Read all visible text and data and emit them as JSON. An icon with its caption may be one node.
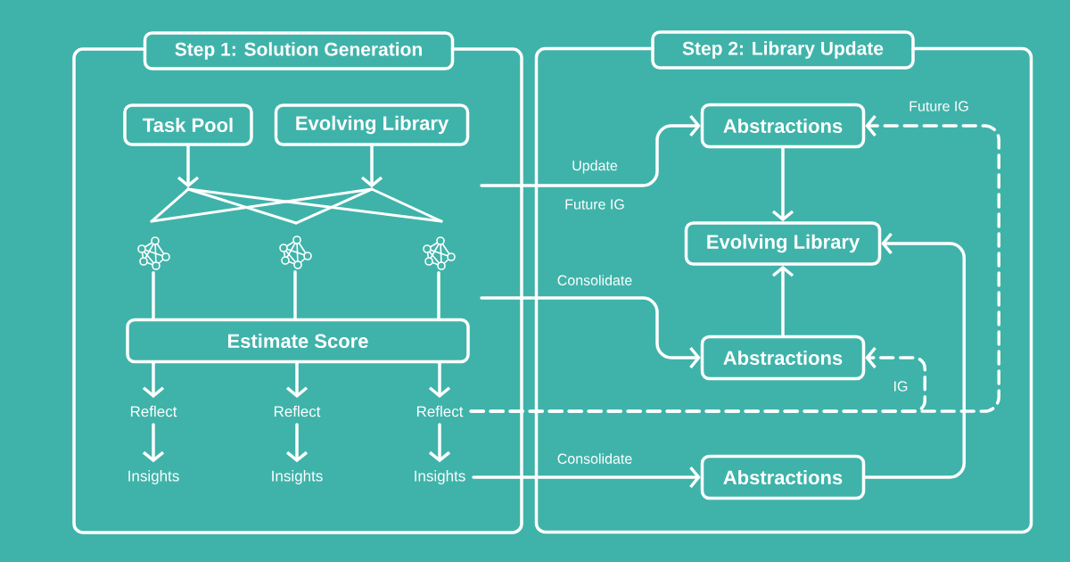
{
  "diagram": {
    "nodes": [
      {
        "text": [
          "Step 1: Solution Generation"
        ]
      },
      {
        "text": [
          "Task Pool"
        ],
        "in": 0
      },
      {
        "text": [
          "Evolving Library"
        ],
        "in": 0
      },
      {
        "text": [],
        "shape": "picture",
        "in": 0
      },
      {
        "text": [],
        "shape": "picture",
        "in": 0
      },
      {
        "text": [],
        "shape": "picture",
        "in": 0
      },
      {
        "text": [],
        "shape": "picture",
        "in": 0
      },
      {
        "text": [
          "Estimate Score"
        ],
        "in": 0
      },
      {
        "text": [
          "Reflect"
        ],
        "in": 0
      },
      {
        "text": [
          "Reflect"
        ],
        "in": 0
      },
      {
        "text": [
          "Reflect"
        ],
        "in": 0
      },
      {
        "text": [
          "Insights"
        ],
        "in": 0
      },
      {
        "text": [
          "Insights"
        ],
        "in": 0
      },
      {
        "text": [
          "Insights"
        ],
        "in": 0
      },
      {
        "text": [
          "Step 2: Library Update"
        ]
      },
      {
        "text": [
          "Abstractions"
        ],
        "in": 14
      },
      {
        "text": [
          "Evolving Library"
        ],
        "in": 14
      },
      {
        "text": [
          "Abstractions"
        ],
        "in": 14
      },
      {
        "text": [
          "Abstractions"
        ],
        "in": 14
      }
    ],
    "edges": [
      {
        "from": 1,
        "to": 3,
        "arrow": "to"
      },
      {
        "from": 2,
        "to": 3,
        "arrow": "to"
      },
      {
        "from": 4,
        "to": 7,
        "arrow": "none"
      },
      {
        "from": 5,
        "to": 7,
        "arrow": "none"
      },
      {
        "from": 6,
        "to": 7,
        "arrow": "none"
      },
      {
        "from": 7,
        "to": 8,
        "arrow": "to"
      },
      {
        "from": 7,
        "to": 9,
        "arrow": "to"
      },
      {
        "from": 7,
        "to": 10,
        "arrow": "to"
      },
      {
        "from": 8,
        "to": 11,
        "arrow": "to"
      },
      {
        "from": 9,
        "to": 12,
        "arrow": "to"
      },
      {
        "from": 10,
        "to": 13,
        "arrow": "to"
      },
      {
        "from": null,
        "to": 15,
        "arrow": "to",
        "label": "Update"
      },
      {
        "from": null,
        "to": 17,
        "arrow": "to",
        "label": "Consolidate"
      },
      {
        "from": 10,
        "to": 15,
        "arrow": "to",
        "label": "Future IG",
        "style": "dashed"
      },
      {
        "from": 10,
        "to": 17,
        "arrow": "to",
        "label": "IG",
        "style": "dashed"
      },
      {
        "from": 13,
        "to": 18,
        "arrow": "to",
        "label": "Consolidate"
      },
      {
        "from": 18,
        "to": 16,
        "arrow": "to"
      },
      {
        "from": 15,
        "to": 16,
        "arrow": "to"
      },
      {
        "from": 17,
        "to": 16,
        "arrow": "to"
      }
    ],
    "labels": [
      "Future IG"
    ]
  }
}
